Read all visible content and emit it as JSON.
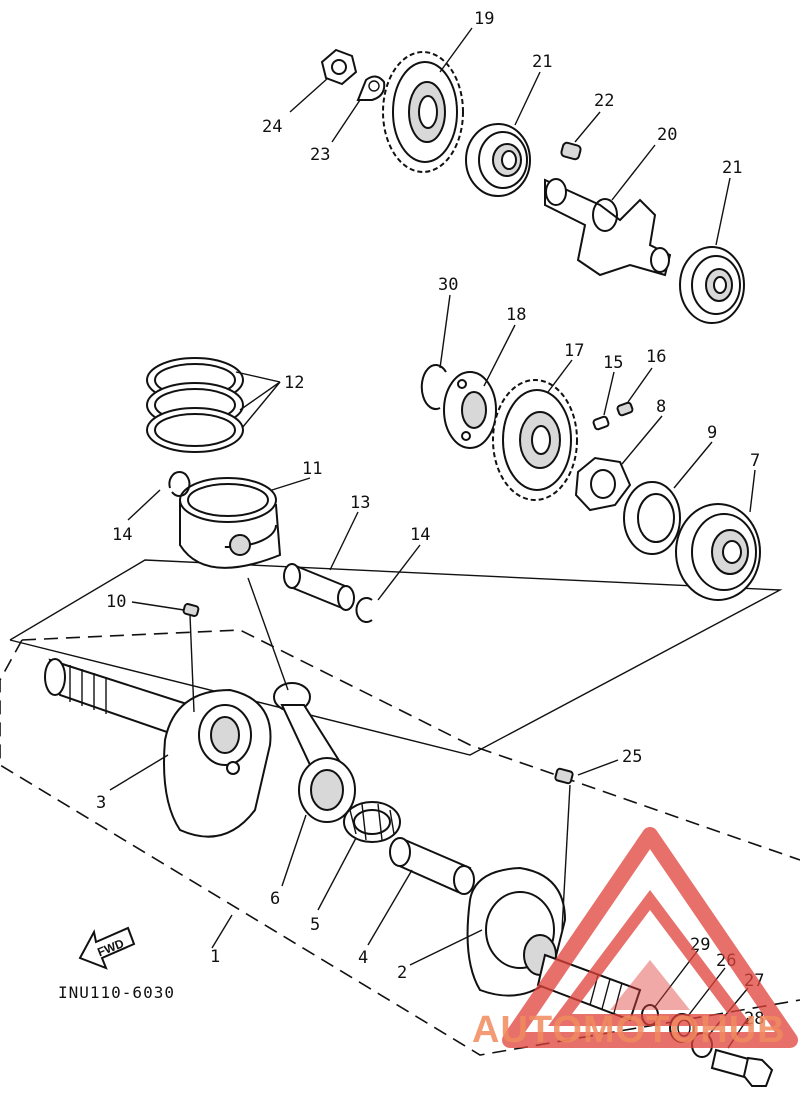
{
  "diagram": {
    "callouts": [
      "1",
      "2",
      "3",
      "4",
      "5",
      "6",
      "7",
      "8",
      "9",
      "10",
      "11",
      "12",
      "13",
      "14",
      "14",
      "15",
      "16",
      "17",
      "18",
      "19",
      "20",
      "21",
      "21",
      "22",
      "23",
      "24",
      "25",
      "26",
      "27",
      "28",
      "29",
      "30"
    ],
    "direction_label": "FWD",
    "drawing_code": "INU110-6030"
  },
  "watermark": {
    "text": "AUTOMOTOHUB",
    "color": "#f08a5d",
    "logo_color": "#e0413a"
  }
}
